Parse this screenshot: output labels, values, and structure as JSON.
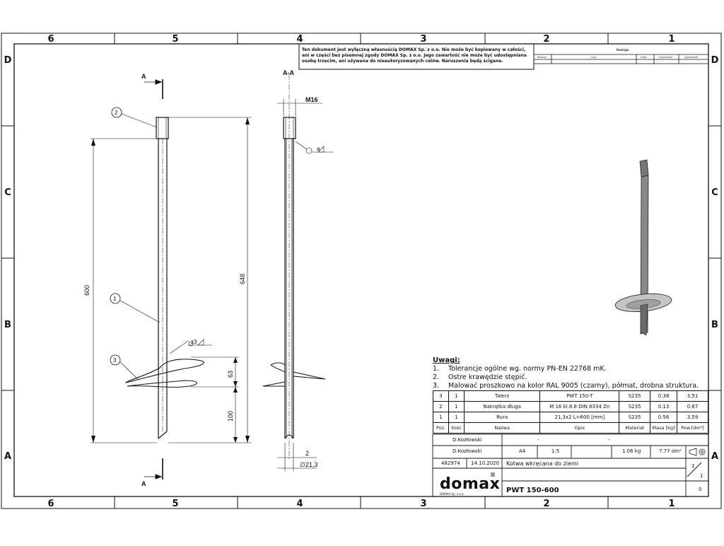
{
  "zones": {
    "columns": [
      "6",
      "5",
      "4",
      "3",
      "2",
      "1"
    ],
    "rows": [
      "D",
      "C",
      "B",
      "A"
    ]
  },
  "disclaimer": "Ten dokument jest wyłączną własnością DOMAX Sp. z o.o. Nie może być kopiowany w całości, ani w części bez pisemnej zgody DOMAX Sp. z o.o. Jego zawartość nie może być udostępniana osobą trzecim, ani używana do nieautoryzowanych celów. Naruszenia będą ścigane.",
  "revision_table": {
    "title": "Rewizje",
    "headers": [
      "Rewizja",
      "Opis",
      "Data",
      "Zatwierdził",
      "Zatwierdził"
    ]
  },
  "drawing_labels": {
    "section_top": "A",
    "section_bottom": "A",
    "section_view": "A-A",
    "thread": "M16",
    "weld_a": "a",
    "weld_z": "z3",
    "balloon_1": "1",
    "balloon_2": "2",
    "balloon_3": "3",
    "dim_600": "600",
    "dim_648": "648",
    "dim_63": "63",
    "dim_100": "100",
    "dim_2": "2",
    "dim_diam": "∅21,3"
  },
  "notes": {
    "title": "Uwagi:",
    "items": [
      {
        "num": "1.",
        "text": "Tolerancje ogólne wg. normy PN-EN 22768 mK."
      },
      {
        "num": "2.",
        "text": "Ostre krawędzie stępić."
      },
      {
        "num": "3.",
        "text": "Malować proszkowo na kolor RAL 9005 (czarny), półmat, drobna struktura."
      }
    ]
  },
  "bom": {
    "rows": [
      [
        "3",
        "1",
        "Talerz",
        "PWT 150-T",
        "S235",
        "0.38",
        "3,51"
      ],
      [
        "2",
        "1",
        "Nakrętka długa",
        "M 16 kl.8.8 DIN 6334 Zn",
        "S235",
        "0.13",
        "0.67"
      ],
      [
        "1",
        "1",
        "Rura",
        "21,3x2 L=600 [mm]",
        "S235",
        "0.56",
        "3,59"
      ]
    ],
    "headers": [
      "Poz.",
      "Ilość",
      "Nazwa",
      "Opis",
      "Materiał",
      "Masa [kg]",
      "Pow.[dm²]"
    ]
  },
  "title_block": {
    "designer": "D.Kozłowski",
    "checker": "D.Kozłowski",
    "format": "A4",
    "scale": "1:5",
    "mass": "1.06 kg",
    "surface": "7.77 dm²",
    "dot1": "-",
    "dot2": "-",
    "number": "482974",
    "date": "14.10.2020",
    "title": "Kotwa wkręcana do ziemi",
    "drawing_no": "PWT 150-600",
    "sheet": "1",
    "sheets": "1",
    "revision": "0",
    "company": "domax",
    "company_sub": "DOMAX Sp. z o.o."
  }
}
